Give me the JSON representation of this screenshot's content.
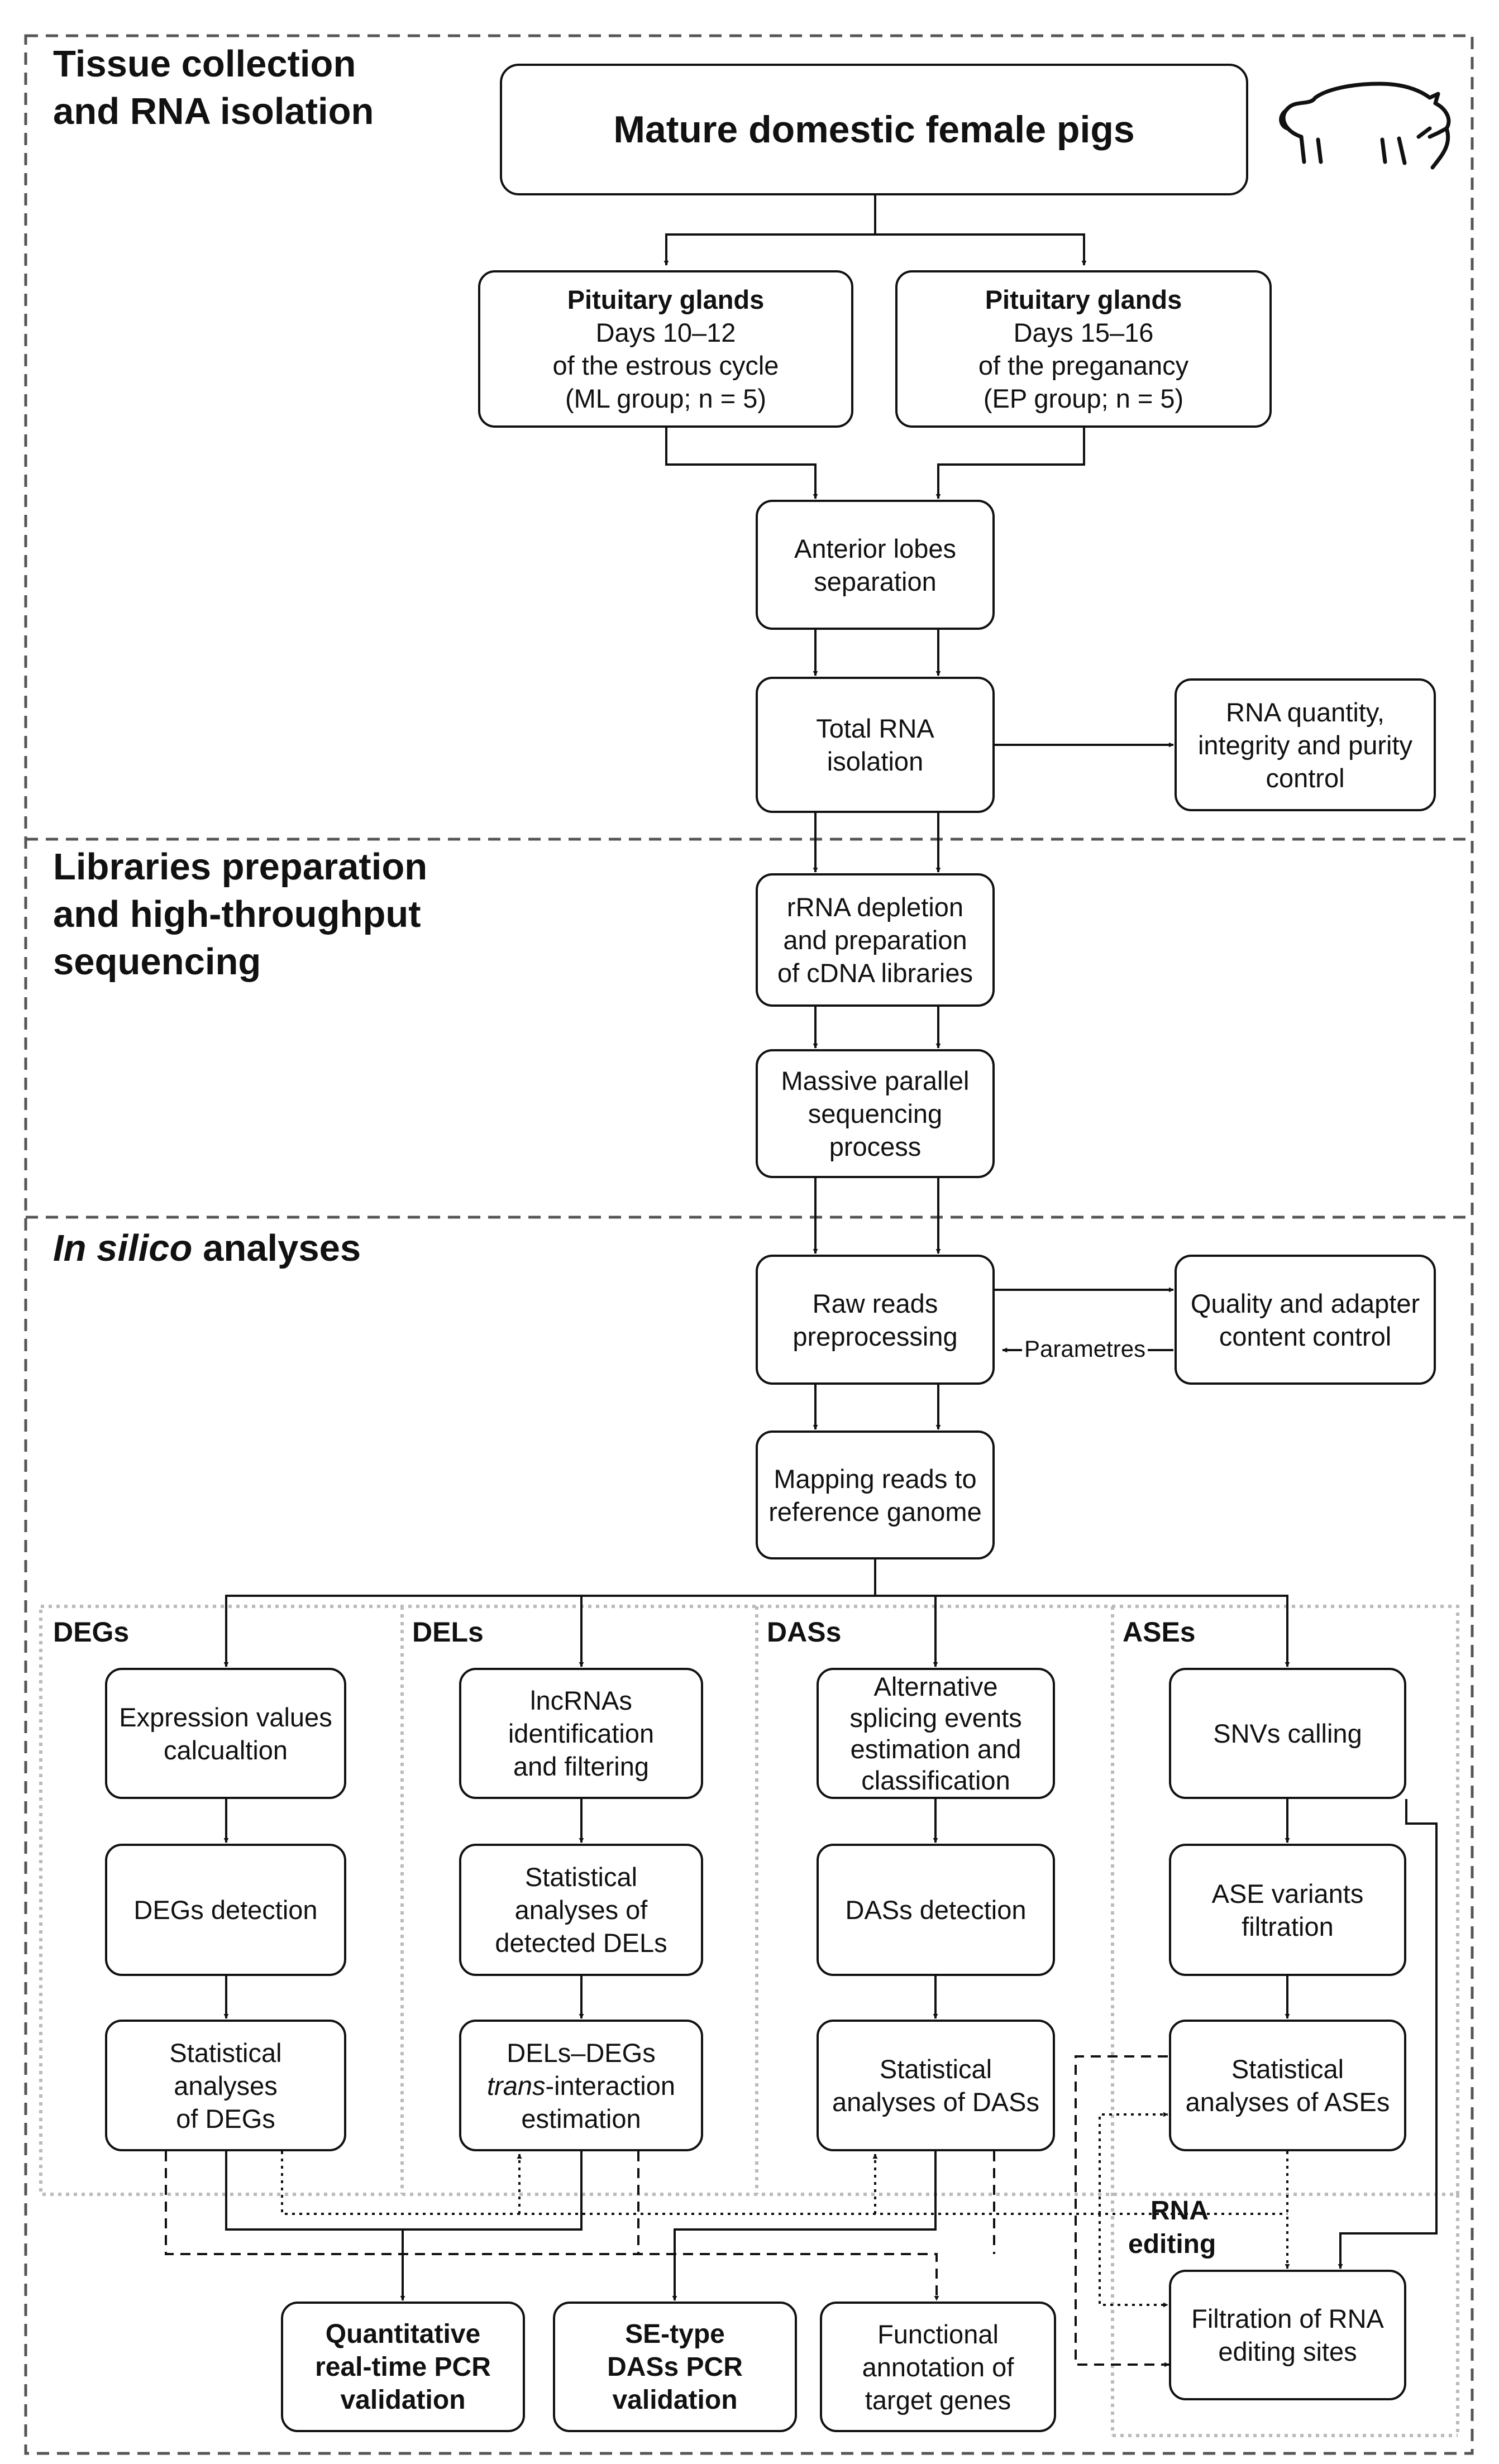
{
  "sections": {
    "tissue": [
      "Tissue collection",
      "and RNA isolation"
    ],
    "libraries": [
      "Libraries preparation",
      "and high-throughput",
      "sequencing"
    ],
    "insilico": {
      "italic": "In silico",
      "rest": " analyses"
    }
  },
  "subsections": {
    "degs": "DEGs",
    "dels": "DELs",
    "dass": "DASs",
    "ases": "ASEs",
    "rna_editing": [
      "RNA",
      "editing"
    ]
  },
  "boxes": {
    "mature_pigs": [
      "Mature domestic female pigs"
    ],
    "pit_ml": [
      "Pituitary glands",
      "Days 10–12",
      "of the estrous cycle",
      "(ML group; n = 5)"
    ],
    "pit_ep": [
      "Pituitary glands",
      "Days 15–16",
      "of the preganancy",
      "(EP group; n = 5)"
    ],
    "anterior": [
      "Anterior lobes",
      "separation"
    ],
    "total_rna": [
      "Total RNA",
      "isolation"
    ],
    "rna_qc": [
      "RNA quantity,",
      "integrity and purity",
      "control"
    ],
    "rrna": [
      "rRNA depletion",
      "and preparation",
      "of cDNA libraries"
    ],
    "massive": [
      "Massive parallel",
      "sequencing",
      "process"
    ],
    "raw_reads": [
      "Raw reads",
      "preprocessing"
    ],
    "quality": [
      "Quality and adapter",
      "content control"
    ],
    "mapping": [
      "Mapping reads to",
      "reference ganome"
    ],
    "expr": [
      "Expression values",
      "calcualtion"
    ],
    "degs_det": [
      "DEGs detection"
    ],
    "stat_degs": [
      "Statistical",
      "analyses",
      "of DEGs"
    ],
    "lncrna": [
      "lncRNAs",
      "identification",
      "and filtering"
    ],
    "stat_dels": [
      "Statistical",
      "analyses of",
      "detected DELs"
    ],
    "dels_degs": [
      "DELs–DEGs",
      "trans-interaction",
      "estimation"
    ],
    "alt_splice": [
      "Alternative",
      "splicing events",
      "estimation and",
      "classification"
    ],
    "dass_det": [
      "DASs detection"
    ],
    "stat_dass": [
      "Statistical",
      "analyses of DASs"
    ],
    "snvs": [
      "SNVs calling"
    ],
    "ase_var": [
      "ASE variants",
      "filtration"
    ],
    "stat_ases": [
      "Statistical",
      "analyses of ASEs"
    ],
    "qpcr": [
      "Quantitative",
      "real-time PCR",
      "validation"
    ],
    "se_pcr": [
      "SE-type",
      "DASs PCR",
      "validation"
    ],
    "func": [
      "Functional",
      "annotation of",
      "target genes"
    ],
    "filt_rna": [
      "Filtration of RNA",
      "editing sites"
    ]
  },
  "labels": {
    "parametres": "Parametres"
  },
  "icons": {
    "pig": "pig-icon"
  }
}
